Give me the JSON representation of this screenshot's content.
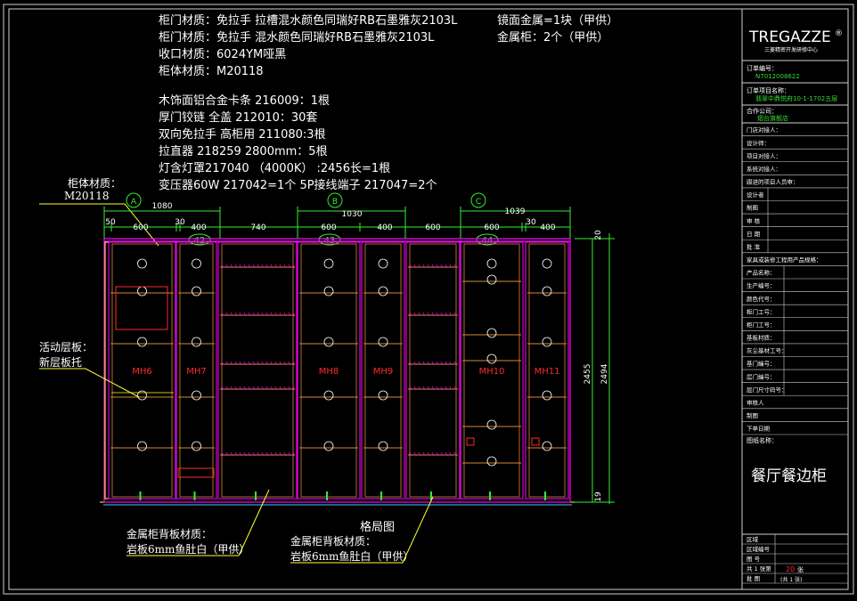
{
  "colors": {
    "background": "#000000",
    "cabinet_outline": "#ff00ff",
    "shelf_line": "#d4883a",
    "dimension": "#33ee33",
    "cabinet_label": "#ff2a2a",
    "annotation_text": "#ffffff",
    "leader_line": "#ffff33",
    "border": "#ffffff",
    "titleblock_value": "#33dd33"
  },
  "spec_notes": {
    "lines": [
      "柜门材质：免拉手 拉槽混水颜色同瑞好RB石墨雅灰2103L",
      "柜门材质：免拉手  混水颜色同瑞好RB石墨雅灰2103L",
      "收口材质：6024YM哑黑",
      "柜体材质：M20118"
    ],
    "right_lines": [
      "镜面金属=1块（甲供）",
      "金属柜：2个（甲供）"
    ],
    "hardware": [
      "木饰面铝合金卡条  216009：1根",
      "厚门铰链 全盖 212010：30套",
      "双向免拉手  高柜用 211080:3根",
      "拉直器 218259  2800mm：5根",
      "灯含灯罩217040 （4000K） :2456长=1根",
      "变压器60W 217042=1个  5P接线端子 217047=2个"
    ]
  },
  "callouts": {
    "cabinet_material_title": "柜体材质：",
    "cabinet_material_value": "M20118",
    "movable_shelf_line1": "活动层板：",
    "movable_shelf_line2": "新层板托",
    "back_panel_left_line1": "金属柜背板材质：",
    "back_panel_left_line2": "岩板6mm鱼肚白（甲供）",
    "back_panel_right_line1": "金属柜背板材质：",
    "back_panel_right_line2": "岩板6mm鱼肚白（甲供）",
    "layout_title": "格局图"
  },
  "dimensions": {
    "top_groups": [
      "1080",
      "1030",
      "1039"
    ],
    "top_segments": [
      "50",
      "600",
      "30",
      "400",
      "740",
      "600",
      "400",
      "600",
      "600",
      "30",
      "400"
    ],
    "right_total": "2494",
    "right_inner": "2455",
    "right_top": "20",
    "right_bottom": "19"
  },
  "markers": {
    "section_tags": [
      "A",
      "B",
      "C"
    ],
    "plan_numbers": [
      "42",
      "43",
      "44"
    ]
  },
  "cabinet_labels": [
    "MH6",
    "MH7",
    "MH8",
    "MH9",
    "MH10",
    "MH11"
  ],
  "title_block": {
    "logo": "TREGAZZE",
    "logo_mark": "®",
    "logo_sub": "三菱精密开发研修中心",
    "order_no_label": "订单编号：",
    "order_no": "N7012008622",
    "project_label": "订单项目名称：",
    "project_value": "翡翠中鼎悦府10-1-1702五层",
    "company_label": "合作公司：",
    "company_value": "烟台旗舰店",
    "rows": [
      "门店对接人：",
      "设计师：",
      "项目对接人：",
      "系统对接人：",
      "跟进的项目人员审：",
      "设计者",
      "制图",
      "审  核",
      "日  期",
      "批  准",
      "家具或装修工程用产品规格：",
      "产品名称：",
      "生产编号：",
      "颜色代号：",
      "柜门工号：",
      "柜门工号：",
      "基板材质：",
      "灰尘基材工号：",
      "基门编号：",
      "层门编号：",
      "层门尺寸码号：",
      "审核人",
      "制图",
      "下单日期"
    ],
    "drawing_name_label": "图纸名称：",
    "drawing_name": "餐厅餐边柜",
    "bottom_rows": [
      "区域",
      "区域编号",
      "图  号",
      "共 1 张第",
      "批  图"
    ],
    "sheet_no": "20",
    "sheet_text": "张",
    "approve_text": "(共 1 张)"
  }
}
